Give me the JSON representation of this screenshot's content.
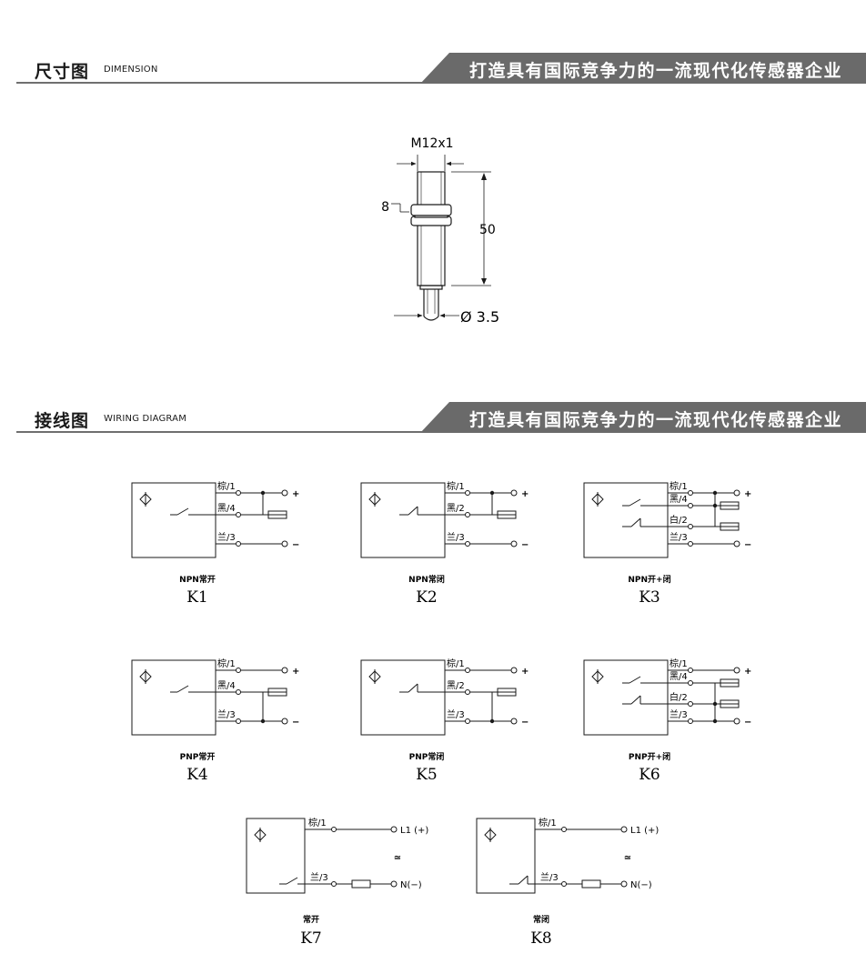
{
  "dimension_header": {
    "title": "尺寸图",
    "subtitle": "DIMENSION",
    "slogan": "打造具有国际竞争力的一流现代化传感器企业"
  },
  "dimension_drawing": {
    "thread_label": "M12x1",
    "nut_label": "8",
    "length_label": "50",
    "cable_label": "Ø 3.5"
  },
  "wiring_header": {
    "title": "接线图",
    "subtitle": "WIRING DIAGRAM",
    "slogan": "打造具有国际竞争力的一流现代化传感器企业"
  },
  "wire_labels": {
    "brown": "棕/1",
    "black4": "黑/4",
    "black2": "黑/2",
    "white2": "白/2",
    "blue": "兰/3",
    "plus": "+",
    "minus": "−",
    "l1": "L1 (+)",
    "n": "N(−)",
    "ac": "≃"
  },
  "diagrams": [
    {
      "caption": "NPN常开",
      "code": "K1"
    },
    {
      "caption": "NPN常闭",
      "code": "K2"
    },
    {
      "caption": "NPN开+闭",
      "code": "K3"
    },
    {
      "caption": "PNP常开",
      "code": "K4"
    },
    {
      "caption": "PNP常闭",
      "code": "K5"
    },
    {
      "caption": "PNP开+闭",
      "code": "K6"
    },
    {
      "caption": "常开",
      "code": "K7"
    },
    {
      "caption": "常闭",
      "code": "K8"
    }
  ]
}
